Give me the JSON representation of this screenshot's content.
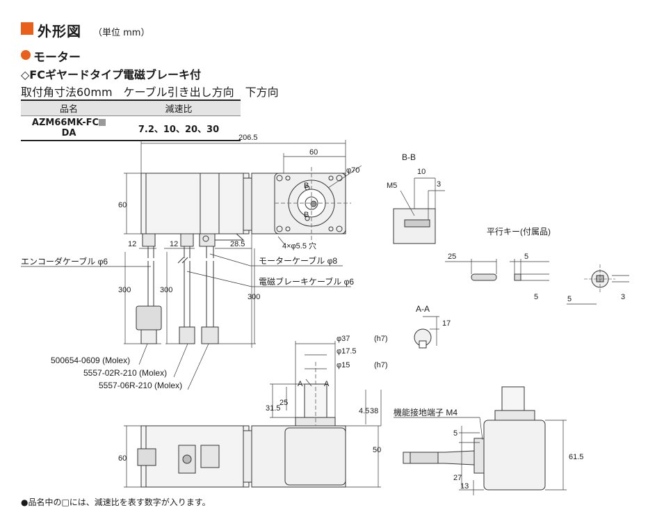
{
  "header": {
    "title": "外形図",
    "unit": "（単位 mm）",
    "section": "モーター",
    "subtitle1": "◇FCギヤードタイプ電磁ブレーキ付",
    "subtitle2": "取付角寸法60mm　ケーブル引き出し方向　下方向"
  },
  "spec_table": {
    "headers": [
      "品名",
      "減速比"
    ],
    "model": "AZM66MK-FC",
    "model_suffix": "DA",
    "ratios": "7.2、10、20、30"
  },
  "dims": {
    "d206_5": "206.5",
    "d60_top": "60",
    "d60_left": "60",
    "phi70": "φ70",
    "d12a": "12",
    "d12b": "12",
    "d28_5": "28.5",
    "d300a": "300",
    "d300b": "300",
    "d300c": "300",
    "holes": "4×φ5.5 穴",
    "b1": "B",
    "b2": "B",
    "bb": "B-B",
    "m5": "M5",
    "d10": "10",
    "d3": "3",
    "key_title": "平行キー(付属品)",
    "d25": "25",
    "d5a": "5",
    "d5b": "5",
    "d5c": "5",
    "d3c": "3",
    "aa": "A-A",
    "d17": "17",
    "phi37": "φ37",
    "phi37_tol": "(h7)",
    "phi17_5": "φ17.5",
    "phi15": "φ15",
    "phi15_tol": "(h7)",
    "a1": "A",
    "a2": "A",
    "d31_5": "31.5",
    "d25v": "25",
    "d4_5": "4.5",
    "d38": "38",
    "d50": "50",
    "d60_low": "60",
    "ground": "機能接地端子 M4",
    "d5g": "5",
    "d27": "27",
    "d13": "13",
    "d61_5": "61.5"
  },
  "labels": {
    "encoder": "エンコーダケーブル φ6",
    "motor_cable": "モーターケーブル φ8",
    "brake_cable": "電磁ブレーキケーブル φ6",
    "conn1": "500654-0609 (Molex)",
    "conn2": "5557-02R-210 (Molex)",
    "conn3": "5557-06R-210 (Molex)"
  },
  "footnote": "●品名中の□には、減速比を表す数字が入ります。"
}
